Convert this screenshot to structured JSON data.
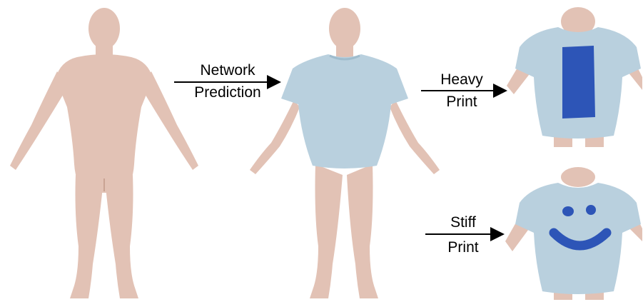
{
  "labels": {
    "network_line1": "Network",
    "network_line2": "Prediction",
    "heavy_line1": "Heavy",
    "heavy_line2": "Print",
    "stiff_line1": "Stiff",
    "stiff_line2": "Print"
  },
  "colors": {
    "skin": "#e2c2b5",
    "skin_shadow": "#c9a393",
    "shirt": "#b9d0de",
    "shirt_shadow": "#9fbccd",
    "print": "#2d55b7",
    "arrow": "#000000"
  },
  "figures": [
    "body-without-garment",
    "body-with-predicted-tshirt",
    "tshirt-closeup-heavy-print",
    "tshirt-closeup-smiley-stiff-print"
  ]
}
